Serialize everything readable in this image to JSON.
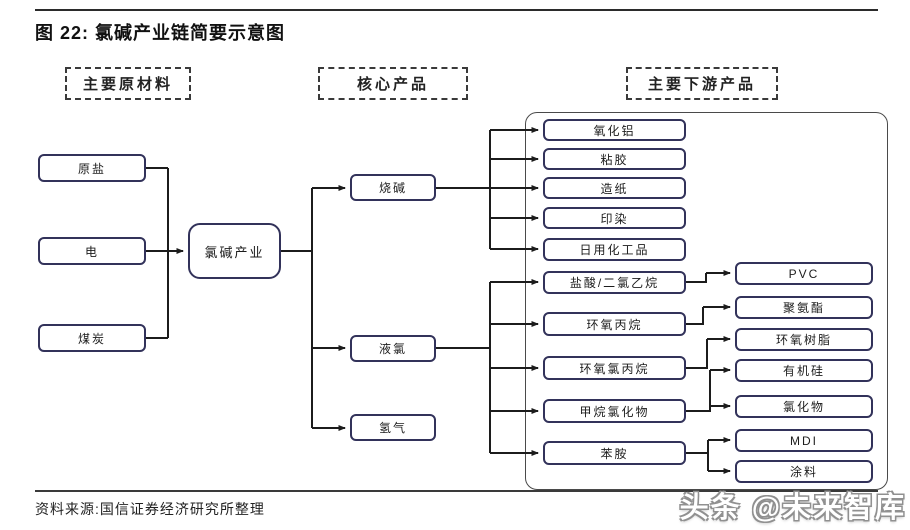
{
  "title": "图 22:  氯碱产业链简要示意图",
  "group_labels": {
    "raw_materials": "主要原材料",
    "core_products": "核心产品",
    "downstream_products": "主要下游产品"
  },
  "nodes": {
    "raw_salt": "原盐",
    "electricity": "电",
    "coal": "煤炭",
    "chlor_alkali_industry": "氯碱产业",
    "caustic_soda": "烧碱",
    "liquid_chlorine": "液氯",
    "hydrogen": "氢气",
    "alumina": "氧化铝",
    "viscose": "粘胶",
    "papermaking": "造纸",
    "printing_dyeing": "印染",
    "daily_chemicals": "日用化工品",
    "hcl_dichloroethane": "盐酸/二氯乙烷",
    "propylene_oxide": "环氧丙烷",
    "epichlorohydrin": "环氧氯丙烷",
    "methane_chlorides": "甲烷氯化物",
    "aniline": "苯胺",
    "pvc": "PVC",
    "polyurethane": "聚氨酯",
    "epoxy_resin": "环氧树脂",
    "organosilicon": "有机硅",
    "chlorides": "氯化物",
    "mdi": "MDI",
    "coatings": "涂料"
  },
  "footer": {
    "source": "资料来源:国信证券经济研究所整理",
    "watermark": "头条 @未来智库"
  },
  "colors": {
    "node_border": "#32325a",
    "connector": "#1c1c1c",
    "container_border": "#4a4a4a",
    "watermark_outline": "#909090"
  }
}
